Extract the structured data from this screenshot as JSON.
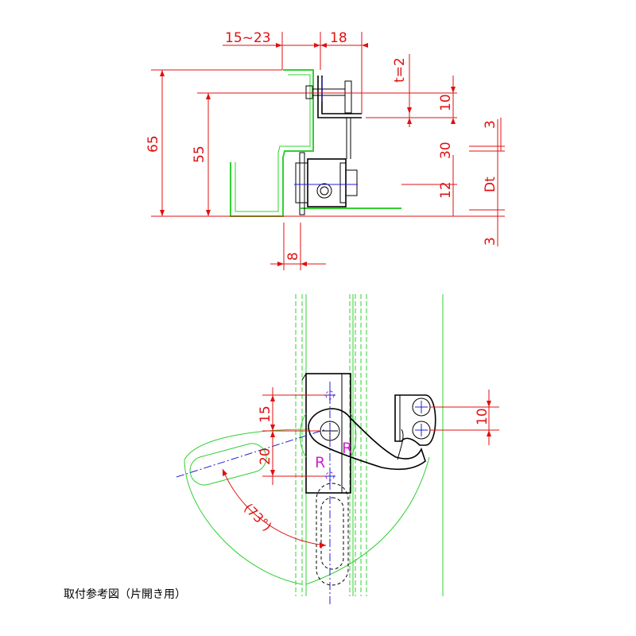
{
  "top_view": {
    "dims": {
      "width_range": "15~23",
      "width_18": "18",
      "thickness": "t=2",
      "height_65": "65",
      "height_55": "55",
      "d10_top": "10",
      "d3_top": "3",
      "d30": "30",
      "dt": "Dt",
      "d12": "12",
      "d3_bottom": "3",
      "d8": "8"
    }
  },
  "front_view": {
    "dims": {
      "d15": "15",
      "d20": "20",
      "d10_right": "10",
      "angle": "(73°)"
    },
    "labels": {
      "r1": "R",
      "r2": "R"
    }
  },
  "caption": "取付参考図（片開き用）",
  "colors": {
    "dimension": "#e01010",
    "outline_green": "#30d030",
    "hardware": "#000000",
    "centerline": "#2020d0",
    "r_label": "#d020d0"
  }
}
